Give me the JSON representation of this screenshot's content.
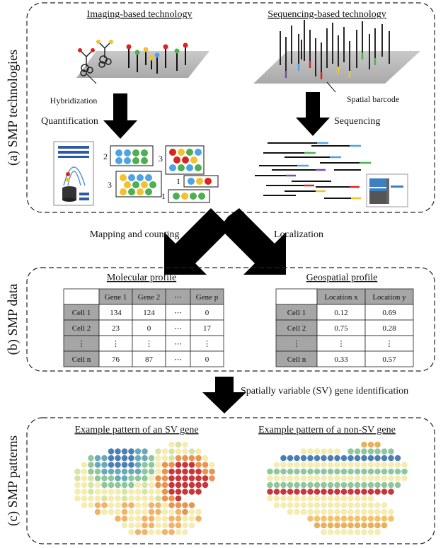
{
  "panels": {
    "a": {
      "side_label": "(a) SMP technologies",
      "left_title": "Imaging-based technology",
      "right_title": "Sequencing-based technology",
      "hybridization": "Hybridization",
      "spatial_barcode": "Spatial barcode",
      "quantification": "Quantification",
      "sequencing": "Sequencing",
      "counts": [
        "2",
        "3",
        "3",
        "1",
        "1"
      ]
    },
    "arrows": {
      "mapping": "Mapping and counting",
      "localization": "Localization",
      "sv_identification": "Spatially variable (SV) gene identification"
    },
    "b": {
      "side_label": "(b) SMP data",
      "molecular": {
        "title": "Molecular profile",
        "header": [
          "",
          "Gene 1",
          "Gene 2",
          "⋯",
          "Gene p"
        ],
        "rows": [
          [
            "Cell 1",
            "134",
            "124",
            "⋯",
            "0"
          ],
          [
            "Cell 2",
            "23",
            "0",
            "⋯",
            "17"
          ],
          [
            "⋮",
            "⋮",
            "⋮",
            "⋯",
            "⋮"
          ],
          [
            "Cell n",
            "76",
            "87",
            "⋯",
            "0"
          ]
        ]
      },
      "geospatial": {
        "title": "Geospatial profile",
        "header": [
          "",
          "Location x",
          "Location y"
        ],
        "rows": [
          [
            "Cell 1",
            "0.12",
            "0.69"
          ],
          [
            "Cell 2",
            "0.75",
            "0.28"
          ],
          [
            "⋮",
            "⋮",
            "⋮"
          ],
          [
            "Cell n",
            "0.33",
            "0.57"
          ]
        ]
      }
    },
    "c": {
      "side_label": "(c) SMP patterns",
      "sv_title": "Example pattern of an SV gene",
      "nonsv_title": "Example pattern of a non-SV gene"
    }
  },
  "colors": {
    "blue": "#3c7fc4",
    "red": "#d7261e",
    "green": "#4caf50",
    "yellow": "#f2c12e",
    "purple": "#7b4aa8",
    "header_gray": "#a6a6a6",
    "tissue_yellow": "#f4ecb0",
    "tissue_orange": "#e9944f",
    "tissue_red": "#c8363a",
    "tissue_blue": "#4a7fb5",
    "tissue_green": "#8fc79d"
  }
}
